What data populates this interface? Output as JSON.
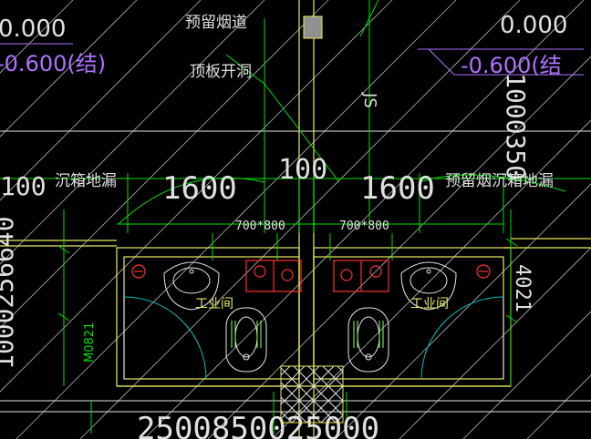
{
  "colors": {
    "background": "#000000",
    "hatch": "#d8d8d8",
    "wall": "#e8e860",
    "dimension": "#00e000",
    "annotation": "#e0e0e0",
    "fixture": "#e8e8e8",
    "elevation_magenta": "#b070ff",
    "door_swing": "#00c0c0",
    "red_fixture": "#ff3030",
    "fill_gray": "#909090"
  },
  "labels": {
    "reserved_flue": "预留烟道",
    "roof_opening": "顶板开洞",
    "sunken_floor_drain_left": "沉箱地漏",
    "reserved_flue_sunken_drain_right": "预留烟沉箱地漏",
    "toilet_left": "工业间",
    "toilet_right": "工业间",
    "door_left": "M0821",
    "pipe_label": "JS"
  },
  "elevations": {
    "top_left": "0.000",
    "top_left_sub": "-0.600(结)",
    "top_right": "0.000",
    "top_right_sub": "-0.600(结"
  },
  "dimensions": {
    "d1": "1600",
    "d2": "100",
    "d3": "1600",
    "d_left": "100",
    "opening_left": "700*800",
    "opening_right": "700*800",
    "vertical_left": "1000256640",
    "vertical_right": "1000350",
    "vertical_right_lower": "4021",
    "bottom_dims": "2500850025000"
  }
}
